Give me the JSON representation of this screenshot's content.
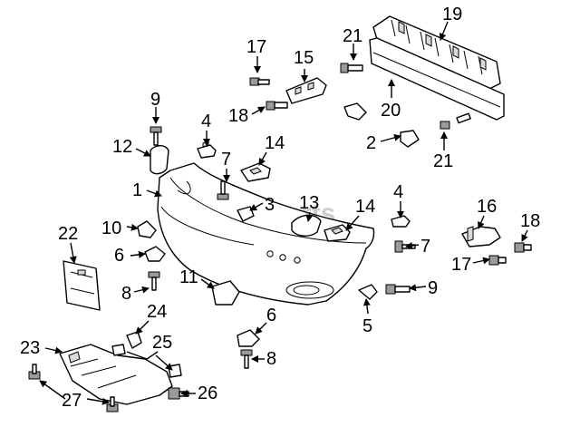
{
  "watermark": "bvparts",
  "callouts": [
    {
      "id": "c19",
      "text": "19"
    },
    {
      "id": "c21a",
      "text": "21"
    },
    {
      "id": "c17a",
      "text": "17"
    },
    {
      "id": "c15",
      "text": "15"
    },
    {
      "id": "c9a",
      "text": "9"
    },
    {
      "id": "c20",
      "text": "20"
    },
    {
      "id": "c18a",
      "text": "18"
    },
    {
      "id": "c4a",
      "text": "4"
    },
    {
      "id": "c12",
      "text": "12"
    },
    {
      "id": "c14a",
      "text": "14"
    },
    {
      "id": "c7a",
      "text": "7"
    },
    {
      "id": "c2",
      "text": "2"
    },
    {
      "id": "c21b",
      "text": "21"
    },
    {
      "id": "c1",
      "text": "1"
    },
    {
      "id": "c13",
      "text": "13"
    },
    {
      "id": "c3",
      "text": "3"
    },
    {
      "id": "c4b",
      "text": "4"
    },
    {
      "id": "c14b",
      "text": "14"
    },
    {
      "id": "c16",
      "text": "16"
    },
    {
      "id": "c22",
      "text": "22"
    },
    {
      "id": "c10",
      "text": "10"
    },
    {
      "id": "c18b",
      "text": "18"
    },
    {
      "id": "c6a",
      "text": "6"
    },
    {
      "id": "c7b",
      "text": "7"
    },
    {
      "id": "c17b",
      "text": "17"
    },
    {
      "id": "c8a",
      "text": "8"
    },
    {
      "id": "c11",
      "text": "11"
    },
    {
      "id": "c9b",
      "text": "9"
    },
    {
      "id": "c5",
      "text": "5"
    },
    {
      "id": "c24",
      "text": "24"
    },
    {
      "id": "c6b",
      "text": "6"
    },
    {
      "id": "c23",
      "text": "23"
    },
    {
      "id": "c25",
      "text": "25"
    },
    {
      "id": "c8b",
      "text": "8"
    },
    {
      "id": "c27",
      "text": "27"
    },
    {
      "id": "c26",
      "text": "26"
    }
  ]
}
